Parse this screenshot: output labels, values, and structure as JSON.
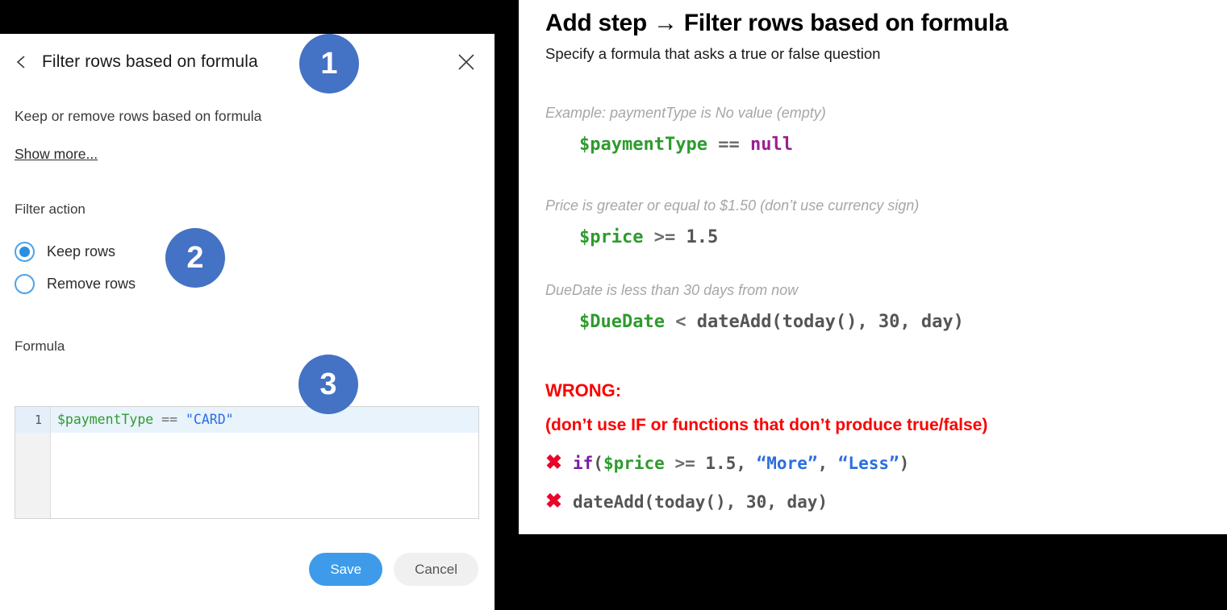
{
  "dialog": {
    "back_icon": "chevron-left-icon",
    "close_icon": "close-icon",
    "title": "Filter rows based on formula",
    "subtitle": "Keep or remove rows based on formula",
    "show_more": "Show more...",
    "filter_action_label": "Filter action",
    "radios": [
      {
        "label": "Keep rows",
        "checked": true
      },
      {
        "label": "Remove rows",
        "checked": false
      }
    ],
    "formula_label": "Formula",
    "editor": {
      "line_number": "1",
      "tokens": [
        {
          "text": "$paymentType",
          "type": "var"
        },
        {
          "text": " ",
          "type": "plain"
        },
        {
          "text": "==",
          "type": "op"
        },
        {
          "text": " ",
          "type": "plain"
        },
        {
          "text": "\"CARD\"",
          "type": "str"
        }
      ],
      "value": "$paymentType == \"CARD\""
    },
    "save_label": "Save",
    "cancel_label": "Cancel"
  },
  "badges": [
    {
      "number": "1"
    },
    {
      "number": "2"
    },
    {
      "number": "3"
    }
  ],
  "right_panel": {
    "title": "Add step → Filter rows based on formula",
    "subtitle": "Specify a formula that asks a true or false question",
    "examples": [
      {
        "caption": "Example: paymentType is No value (empty)",
        "tokens": [
          {
            "text": "$paymentType",
            "type": "var"
          },
          {
            "text": " ",
            "type": "plain"
          },
          {
            "text": "==",
            "type": "op"
          },
          {
            "text": " ",
            "type": "plain"
          },
          {
            "text": "null",
            "type": "null"
          }
        ]
      },
      {
        "caption": "Price is greater or equal to $1.50 (don’t use currency sign)",
        "tokens": [
          {
            "text": "$price",
            "type": "var"
          },
          {
            "text": " ",
            "type": "plain"
          },
          {
            "text": ">=",
            "type": "op"
          },
          {
            "text": " ",
            "type": "plain"
          },
          {
            "text": "1.5",
            "type": "num"
          }
        ]
      },
      {
        "caption": "DueDate is less than 30 days from now",
        "tokens": [
          {
            "text": "$DueDate",
            "type": "var"
          },
          {
            "text": " ",
            "type": "plain"
          },
          {
            "text": "<",
            "type": "op"
          },
          {
            "text": " ",
            "type": "plain"
          },
          {
            "text": "dateAdd(today(), 30, day)",
            "type": "num"
          }
        ]
      }
    ],
    "wrong_title": "WRONG:",
    "wrong_subtitle": "(don’t use IF or functions that don’t produce true/false)",
    "wrong_mark": "✖",
    "wrong_examples": [
      {
        "tokens": [
          {
            "text": "if",
            "type": "fn"
          },
          {
            "text": "(",
            "type": "num"
          },
          {
            "text": "$price",
            "type": "var"
          },
          {
            "text": " ",
            "type": "plain"
          },
          {
            "text": ">=",
            "type": "op"
          },
          {
            "text": " 1.5, ",
            "type": "num"
          },
          {
            "text": "“More”",
            "type": "str"
          },
          {
            "text": ", ",
            "type": "num"
          },
          {
            "text": "“Less”",
            "type": "str"
          },
          {
            "text": ")",
            "type": "num"
          }
        ]
      },
      {
        "tokens": [
          {
            "text": "dateAdd(today(), 30, day)",
            "type": "num"
          }
        ]
      }
    ]
  }
}
